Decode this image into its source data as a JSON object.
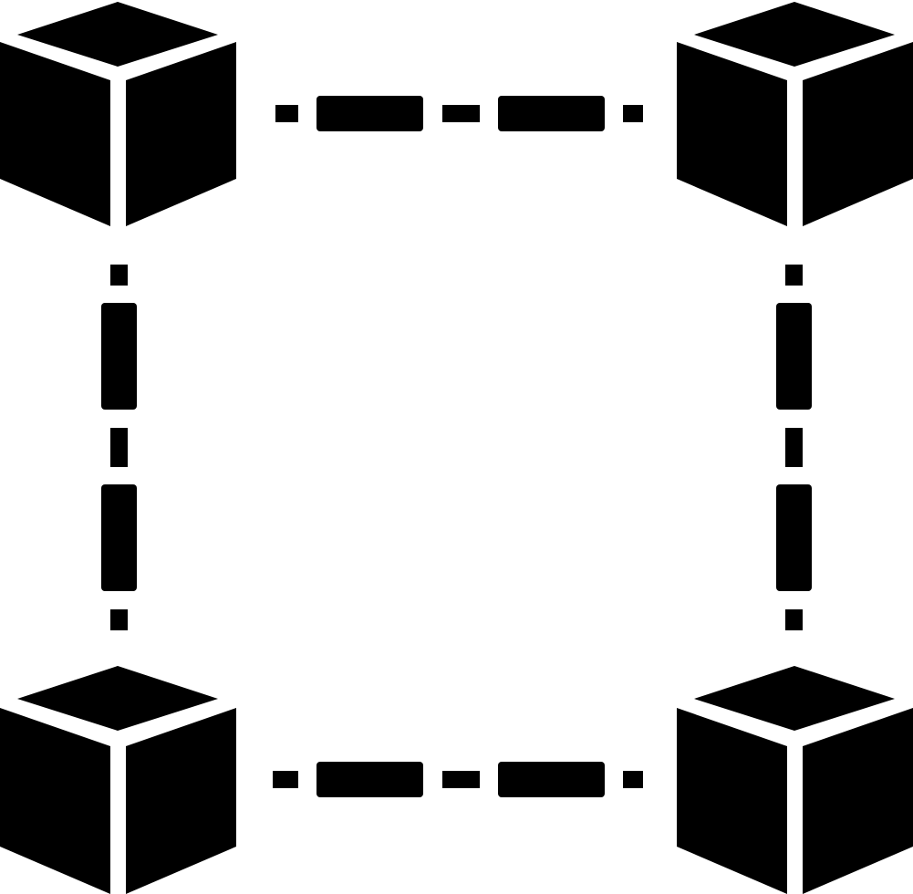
{
  "icon": {
    "name": "blockchain-network-icon",
    "fill": "#000000",
    "background": "#ffffff",
    "nodes": [
      "block-top-left",
      "block-top-right",
      "block-bottom-left",
      "block-bottom-right"
    ],
    "connectors": [
      "connector-top",
      "connector-bottom",
      "connector-left",
      "connector-right"
    ]
  }
}
